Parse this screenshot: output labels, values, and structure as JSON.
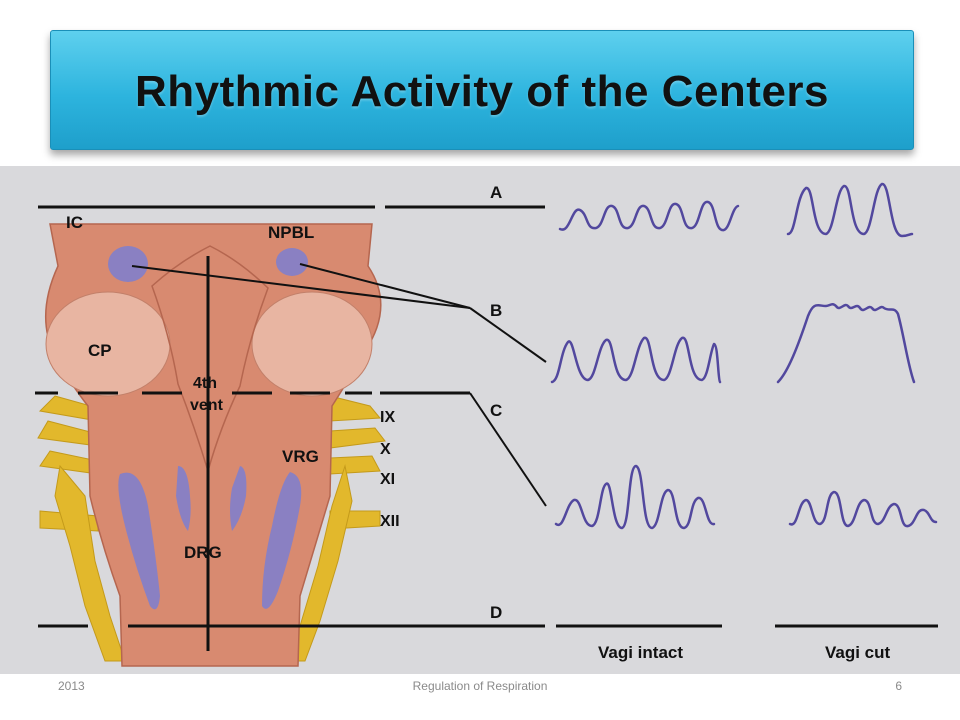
{
  "title": "Rhythmic Activity of the Centers",
  "diagram": {
    "section_labels": [
      "A",
      "B",
      "C",
      "D"
    ],
    "region_labels": {
      "ic": "IC",
      "npbl": "NPBL",
      "cp": "CP",
      "vent_line1": "4th",
      "vent_line2": "vent",
      "vrg": "VRG",
      "drg": "DRG"
    },
    "nerve_labels": [
      "IX",
      "X",
      "XI",
      "XII"
    ],
    "column_labels": [
      "Vagi intact",
      "Vagi cut"
    ],
    "colors": {
      "background": "#d9d9dc",
      "brainstem": "#d88a70",
      "nuclei": "#8a80c2",
      "nerves": "#e2b82c",
      "trace": "#52489e"
    }
  },
  "footer": {
    "year": "2013",
    "subject": "Regulation of Respiration",
    "page": "6"
  }
}
